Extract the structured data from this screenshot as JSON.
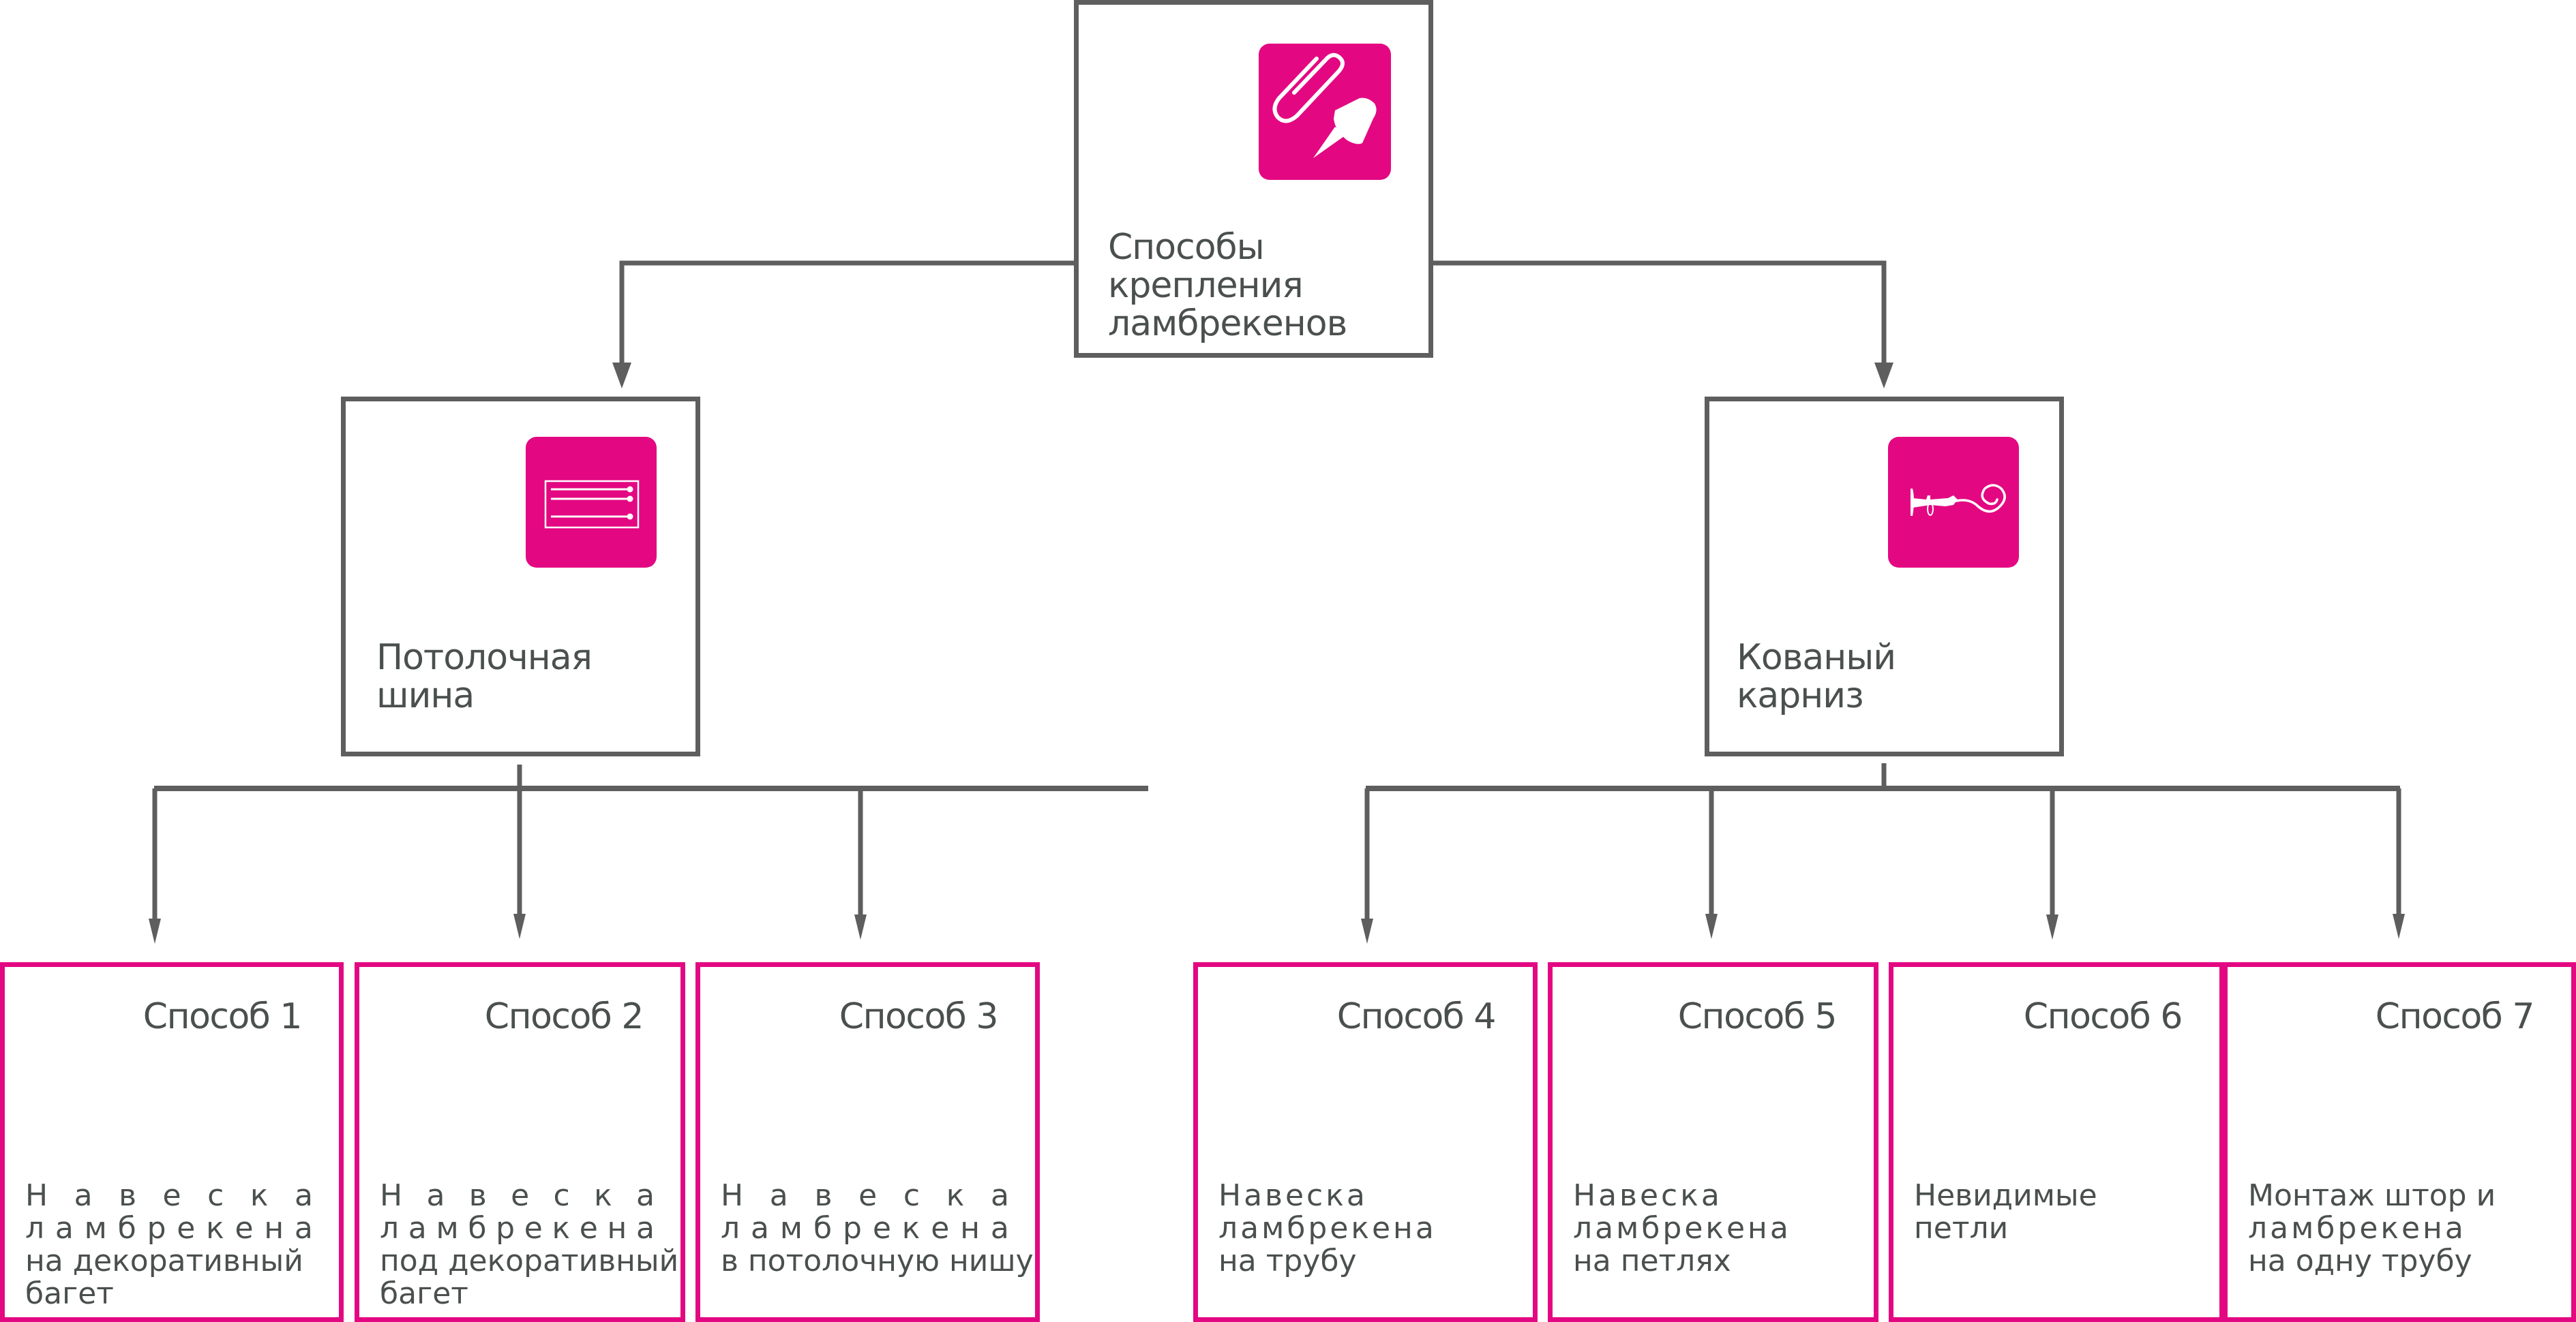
{
  "colors": {
    "accent": "#e30882",
    "line": "#5e5e5e",
    "text": "#4a504d"
  },
  "root": {
    "title_lines": [
      "Способы",
      "крепления",
      "ламбрекенов"
    ],
    "icon": "paperclip-pushpin-icon"
  },
  "categories": [
    {
      "title_lines": [
        "Потолочная",
        "шина"
      ],
      "icon": "ceiling-rail-icon"
    },
    {
      "title_lines": [
        "Кованый",
        "карниз"
      ],
      "icon": "forged-cornice-icon"
    }
  ],
  "methods": [
    {
      "title": "Способ 1",
      "lines": [
        {
          "text": "Навеска",
          "spread": true
        },
        {
          "text": "ламбрекена",
          "spread": true
        },
        {
          "text": "на декоративный",
          "spread": false
        },
        {
          "text": "багет",
          "spread": false
        }
      ]
    },
    {
      "title": "Способ 2",
      "lines": [
        {
          "text": "Навеска",
          "spread": true
        },
        {
          "text": "ламбрекена",
          "spread": true
        },
        {
          "text": "под декоративный",
          "spread": false
        },
        {
          "text": "багет",
          "spread": false
        }
      ]
    },
    {
      "title": "Способ 3",
      "lines": [
        {
          "text": "Навеска",
          "spread": true
        },
        {
          "text": "ламбрекена",
          "spread": true
        },
        {
          "text": "в потолочную нишу",
          "spread": false
        }
      ]
    },
    {
      "title": "Способ 4",
      "lines": [
        {
          "text": "Навеска",
          "spread": false
        },
        {
          "text": "ламбрекена",
          "spread": false
        },
        {
          "text": "на трубу",
          "spread": false
        }
      ]
    },
    {
      "title": "Способ 5",
      "lines": [
        {
          "text": "Навеска",
          "spread": false
        },
        {
          "text": "ламбрекена",
          "spread": false
        },
        {
          "text": "на петлях",
          "spread": false
        }
      ]
    },
    {
      "title": "Способ 6",
      "lines": [
        {
          "text": "Невидимые",
          "spread": false
        },
        {
          "text": "петли",
          "spread": false
        }
      ]
    },
    {
      "title": "Способ 7",
      "lines": [
        {
          "text": "Монтаж штор и",
          "spread": false
        },
        {
          "text": "ламбрекена",
          "spread": false
        },
        {
          "text": "на одну трубу",
          "spread": false
        }
      ]
    }
  ],
  "edges": [
    {
      "from": "root",
      "to": "category-0"
    },
    {
      "from": "root",
      "to": "category-1"
    },
    {
      "from": "category-0",
      "to": "method-1"
    },
    {
      "from": "category-0",
      "to": "method-2"
    },
    {
      "from": "category-0",
      "to": "method-3"
    },
    {
      "from": "category-1",
      "to": "method-4"
    },
    {
      "from": "category-1",
      "to": "method-5"
    },
    {
      "from": "category-1",
      "to": "method-6"
    },
    {
      "from": "category-1",
      "to": "method-7"
    }
  ]
}
